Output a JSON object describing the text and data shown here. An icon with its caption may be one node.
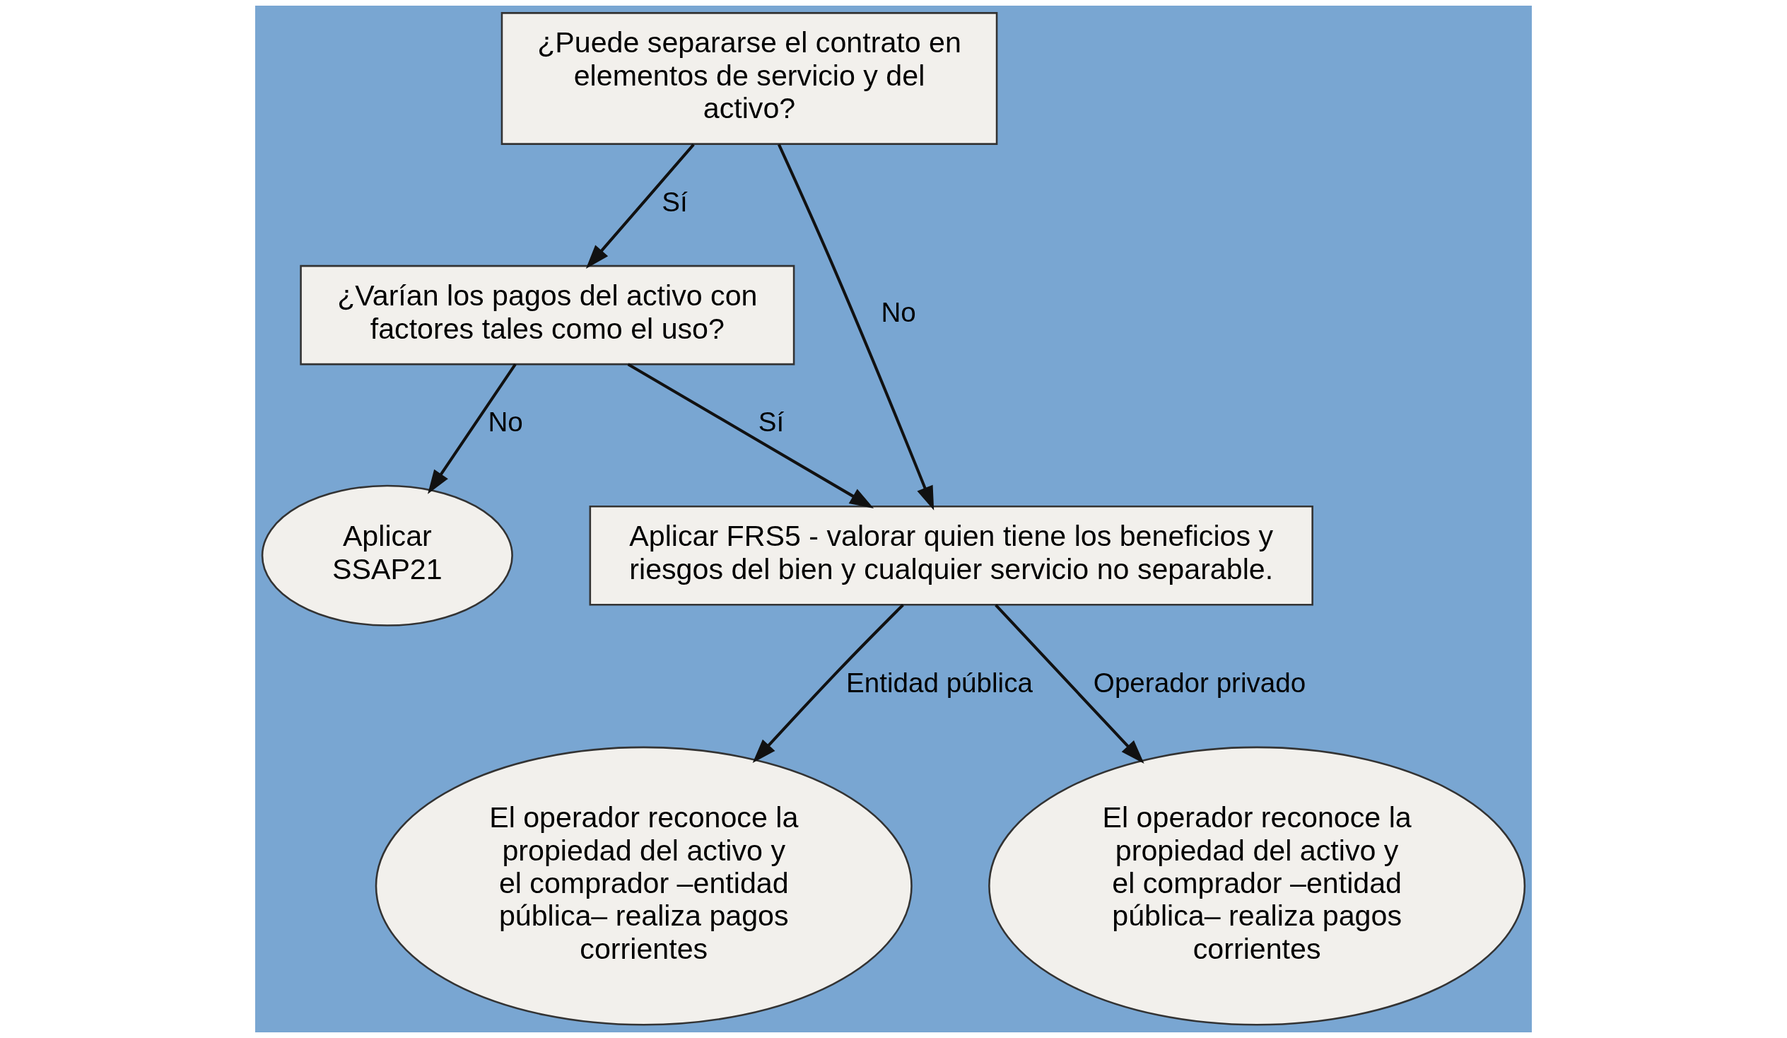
{
  "diagram": {
    "nodes": [
      {
        "text": [
          "¿Puede separarse el contrato en elementos de servicio y del activo?"
        ]
      },
      {
        "text": [
          "¿Varían los pagos del activo con factores tales como el uso?"
        ]
      },
      {
        "text": [
          "Aplicar FRS5 - valorar quien tiene los beneficios y riesgos del bien y cualquier servicio no separable."
        ]
      },
      {
        "text": [
          "Aplicar SSAP21"
        ]
      },
      {
        "text": [
          "El operador reconoce la propiedad del activo y el comprador –entidad pública– realiza pagos corrientes"
        ]
      },
      {
        "text": [
          "El operador reconoce la propiedad del activo y el comprador –entidad pública– realiza pagos corrientes"
        ]
      }
    ],
    "edges": [
      {
        "from": 0,
        "to": 1,
        "arrow": "to",
        "label": "Sí"
      },
      {
        "from": 0,
        "to": 2,
        "arrow": "to",
        "label": "No"
      },
      {
        "from": 1,
        "to": 2,
        "arrow": "to",
        "label": "Sí"
      },
      {
        "from": 1,
        "to": 3,
        "arrow": "to",
        "label": "No"
      },
      {
        "from": 2,
        "to": 4,
        "arrow": "to",
        "label": "Entidad pública"
      },
      {
        "from": 2,
        "to": 5,
        "arrow": "to",
        "label": "Operador privado"
      }
    ]
  }
}
